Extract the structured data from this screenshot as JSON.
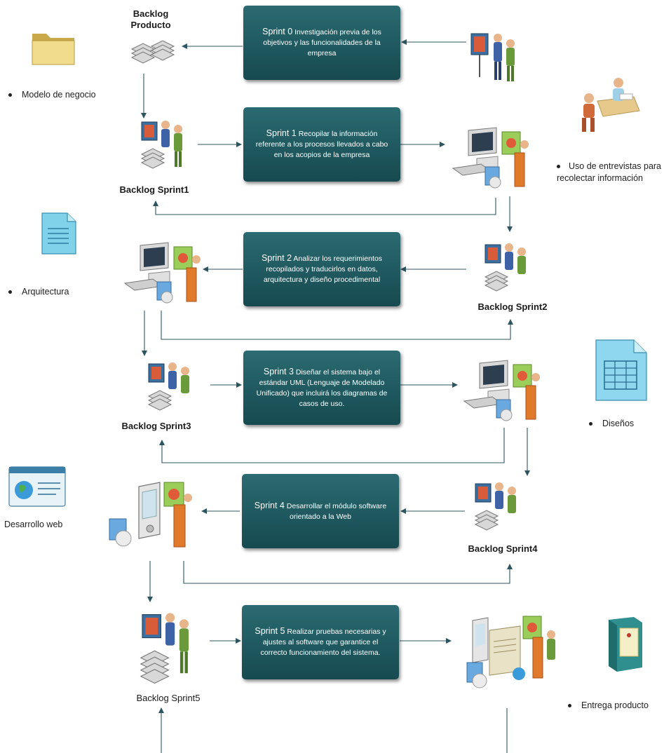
{
  "sprints": [
    {
      "lead": "Sprint 0",
      "text": "Investigación previa de los objetivos y las funcionalidades de la empresa"
    },
    {
      "lead": "Sprint 1",
      "text": "Recopilar la información referente a los procesos llevados a cabo en los acopios de la empresa"
    },
    {
      "lead": "Sprint 2",
      "text": "Analizar los requerimientos recopilados y traducirlos en datos, arquitectura y diseño procedimental"
    },
    {
      "lead": "Sprint 3",
      "text": "Diseñar el sistema bajo el estándar UML (Lenguaje de Modelado Unificado) que incluirá los diagramas de casos de uso."
    },
    {
      "lead": "Sprint 4",
      "text": "Desarrollar el módulo software orientado a la Web"
    },
    {
      "lead": "Sprint 5",
      "text": "Realizar pruebas necesarias y ajustes al software que garantice el correcto funcionamiento del sistema."
    }
  ],
  "labels": {
    "backlog_producto": "Backlog\nProducto",
    "backlog_sprint1": "Backlog Sprint1",
    "backlog_sprint2": "Backlog Sprint2",
    "backlog_sprint3": "Backlog Sprint3",
    "backlog_sprint4": "Backlog Sprint4",
    "backlog_sprint5": "Backlog Sprint5"
  },
  "notes": {
    "modelo_negocio": "Modelo de negocio",
    "entrevistas": "Uso de entrevistas para recolectar información",
    "arquitectura": "Arquitectura",
    "disenos": "Diseños",
    "desarrollo_web": "Desarrollo web",
    "entrega_producto": "Entrega producto"
  },
  "colors": {
    "box": "#1f5a60",
    "line": "#2c5560"
  },
  "icons": [
    "folder-icon",
    "document-icon",
    "table-icon",
    "browser-window-icon",
    "server-icon",
    "presenter-icon",
    "interview-icon",
    "backlog-stack-icon",
    "computer-workstation-icon",
    "pda-workstation-icon",
    "server-workstation-icon"
  ]
}
